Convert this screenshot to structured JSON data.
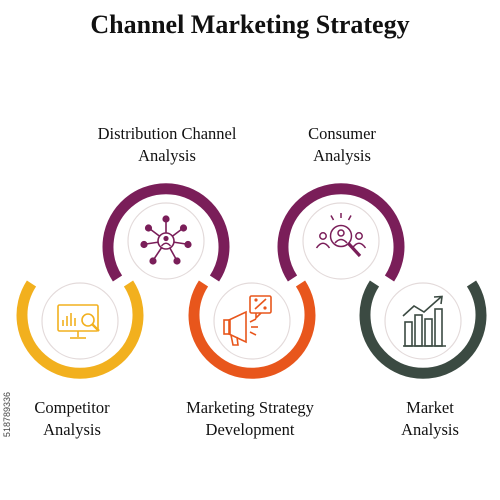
{
  "title": "Channel Marketing Strategy",
  "stock_id": "518789336",
  "colors": {
    "distribution": "#7a1e59",
    "consumer": "#7a1e59",
    "competitor": "#f2b01e",
    "marketing": "#e8561c",
    "market": "#3b4a42",
    "inner_circle": "#e3dada"
  },
  "steps": [
    {
      "key": "competitor",
      "label_lines": [
        "Competitor",
        "Analysis"
      ],
      "icon": "monitor-magnifier-icon"
    },
    {
      "key": "distribution",
      "label_lines": [
        "Distribution Channel",
        "Analysis"
      ],
      "icon": "network-person-icon"
    },
    {
      "key": "marketing",
      "label_lines": [
        "Marketing Strategy",
        "Development"
      ],
      "icon": "megaphone-percent-icon"
    },
    {
      "key": "consumer",
      "label_lines": [
        "Consumer",
        "Analysis"
      ],
      "icon": "audience-search-icon"
    },
    {
      "key": "market",
      "label_lines": [
        "Market",
        "Analysis"
      ],
      "icon": "bar-chart-growth-icon"
    }
  ]
}
